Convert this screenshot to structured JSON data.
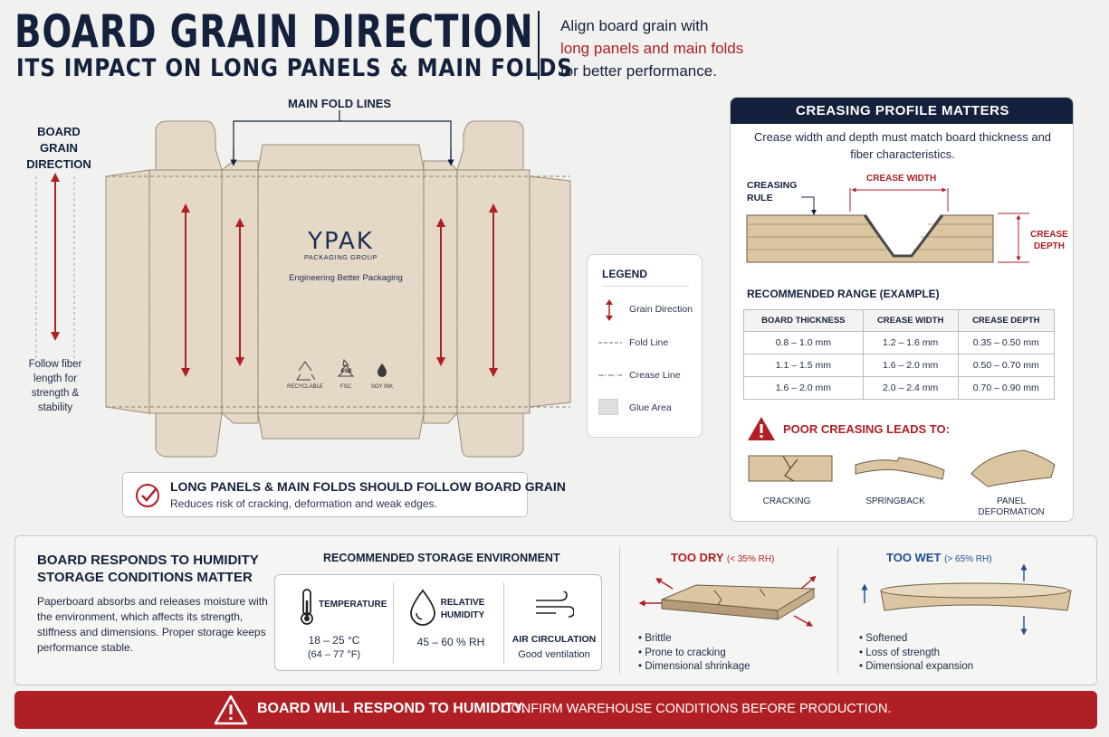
{
  "header": {
    "title": "BOARD GRAIN DIRECTION",
    "subtitle": "ITS IMPACT ON LONG PANELS & MAIN FOLDS",
    "note_1": "Align board grain with",
    "note_highlight": "long panels and main folds",
    "note_2": "for better performance."
  },
  "dieline": {
    "grain_label": "BOARD GRAIN DIRECTION",
    "grain_note": "Follow fiber length for strength & stability",
    "fold_label": "MAIN FOLD LINES",
    "brand": "YPAK",
    "brand_sub": "PACKAGING GROUP",
    "tagline": "Engineering Better Packaging",
    "icons": [
      {
        "icon": "recycle-icon",
        "label": "RECYCLABLE"
      },
      {
        "icon": "fsc-tree-icon",
        "label": "FSC",
        "mark": "FSC"
      },
      {
        "icon": "soy-ink-drop-icon",
        "label": "SOY INK"
      }
    ]
  },
  "legend": {
    "title": "LEGEND",
    "items": [
      {
        "icon": "grain-arrow-icon",
        "label": "Grain Direction"
      },
      {
        "icon": "fold-line-icon",
        "label": "Fold Line"
      },
      {
        "icon": "crease-line-icon",
        "label": "Crease Line"
      },
      {
        "icon": "glue-area-icon",
        "label": "Glue Area"
      }
    ]
  },
  "follow_box": {
    "title": "LONG PANELS & MAIN FOLDS SHOULD FOLLOW BOARD GRAIN",
    "subtitle": "Reduces risk of cracking, deformation and weak edges."
  },
  "creasing": {
    "title": "CREASING PROFILE MATTERS",
    "description": "Crease width and depth must match board thickness and fiber characteristics.",
    "rule_label": "CREASING RULE",
    "width_label": "CREASE WIDTH",
    "depth_label": "CREASE DEPTH",
    "range_title": "RECOMMENDED RANGE (EXAMPLE)",
    "table": {
      "headers": [
        "BOARD THICKNESS",
        "CREASE WIDTH",
        "CREASE DEPTH"
      ],
      "rows": [
        [
          "0.8 – 1.0 mm",
          "1.2 – 1.6 mm",
          "0.35 – 0.50 mm"
        ],
        [
          "1.1 – 1.5 mm",
          "1.6 – 2.0 mm",
          "0.50 – 0.70 mm"
        ],
        [
          "1.6 – 2.0 mm",
          "2.0 – 2.4 mm",
          "0.70 – 0.90 mm"
        ]
      ]
    },
    "poor_title": "POOR CREASING LEADS TO:",
    "poor_items": [
      "CRACKING",
      "SPRINGBACK",
      "PANEL DEFORMATION"
    ]
  },
  "humidity": {
    "title": "BOARD RESPONDS TO HUMIDITY STORAGE CONDITIONS MATTER",
    "title_line1": "BOARD RESPONDS TO HUMIDITY",
    "title_line2": "STORAGE CONDITIONS MATTER",
    "body": "Paperboard absorbs and releases moisture with the environment, which affects its strength, stiffness and dimensions. Proper storage keeps performance stable.",
    "storage_title": "Recommended Storage Environment",
    "storage_title_display": "RECOMMENDED STORAGE ENVIRONMENT",
    "storage": [
      {
        "icon": "thermometer-icon",
        "label": "TEMPERATURE",
        "value": "18 – 25 °C",
        "value2": "(64 – 77 °F)"
      },
      {
        "icon": "water-drop-icon",
        "label": "RELATIVE HUMIDITY",
        "value": "45 – 60 % RH"
      },
      {
        "icon": "wind-icon",
        "label": "AIR CIRCULATION",
        "value": "Good ventilation"
      }
    ],
    "too_dry": {
      "title": "TOO DRY",
      "range": "(< 35% RH)",
      "bullets": [
        "Brittle",
        "Prone to cracking",
        "Dimensional shrinkage"
      ]
    },
    "too_wet": {
      "title": "TOO WET",
      "range": "(> 65% RH)",
      "bullets": [
        "Softened",
        "Loss of strength",
        "Dimensional expansion"
      ]
    }
  },
  "banner": {
    "strong": "BOARD WILL RESPOND TO HUMIDITY.",
    "rest": "CONFIRM WAREHOUSE CONDITIONS BEFORE PRODUCTION."
  },
  "colors": {
    "navy": "#14213d",
    "red": "#b01f24",
    "board": "#e6d8c6",
    "blue": "#1e4e8c"
  }
}
